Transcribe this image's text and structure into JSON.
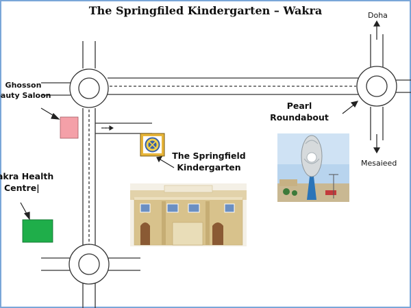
{
  "title": "The Springfiled Kindergarten – Wakra",
  "labels": {
    "ghosson_line1": "Ghosson",
    "ghosson_line2": "eauty Saloon",
    "health_line1": "akra Health",
    "health_line2": "Centre|",
    "springfield_line1": "The Springfield",
    "springfield_line2": "Kindergarten",
    "pearl_line1": "Pearl",
    "pearl_line2": "Roundabout",
    "doha": "Doha",
    "mesaieed": "Mesaieed"
  },
  "colors": {
    "salon_marker": "#f4a0a8",
    "health_marker": "#1fae4a",
    "border": "#7aa6d8",
    "road": "#333333"
  },
  "icons": {
    "school_logo": "school-logo-icon"
  }
}
